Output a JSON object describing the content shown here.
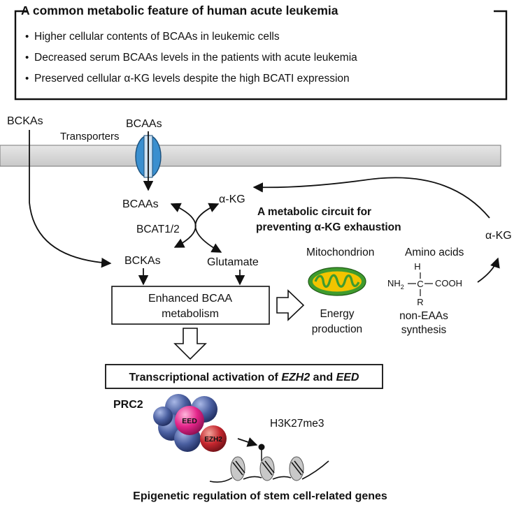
{
  "header": {
    "title": "A common metabolic feature of human acute leukemia",
    "bullets": [
      "Higher cellular contents of BCAAs in leukemic cells",
      "Decreased serum BCAAs levels in the patients with acute leukemia",
      "Preserved cellular α-KG levels despite the high BCATI expression"
    ]
  },
  "membrane": {
    "bckas_outside": "BCKAs",
    "bcaas_outside": "BCAAs",
    "transporters": "Transporters"
  },
  "pathway": {
    "bcaas_inside": "BCAAs",
    "akg_left": "α-KG",
    "enzyme": "BCAT1/2",
    "bckas_inside": "BCKAs",
    "glutamate": "Glutamate",
    "circuit_line1": "A metabolic circuit for",
    "circuit_line2": "preventing α-KG exhaustion",
    "akg_right": "α-KG",
    "enhanced_line1": "Enhanced BCAA",
    "enhanced_line2": "metabolism"
  },
  "outputs": {
    "mitochondrion": "Mitochondrion",
    "energy_line1": "Energy",
    "energy_line2": "production",
    "amino_acids": "Amino acids",
    "h_atom": "H",
    "nh2": "NH",
    "nh2_sub": "2",
    "c_atom": "C",
    "cooh": "COOH",
    "r_group": "R",
    "neaa_line1": "non-EAAs",
    "neaa_line2": "synthesis"
  },
  "activation": {
    "pre": "Transcriptional activation of ",
    "gene1": "EZH2",
    "mid": " and ",
    "gene2": "EED"
  },
  "prc2": {
    "label": "PRC2",
    "eed": "EED",
    "ezh2": "EZH2",
    "mark": "H3K27me3"
  },
  "footer": {
    "caption": "Epigenetic regulation of stem cell-related genes"
  },
  "colors": {
    "membrane_fill": "#d6d6d6",
    "transporter_blue": "#3a8fcf",
    "mito_outer": "#3f9b2e",
    "mito_inner": "#f2c400",
    "eed_pink": "#e4258a",
    "ezh2_red": "#c4262e",
    "prc2_blue": "#4a5fa0"
  }
}
